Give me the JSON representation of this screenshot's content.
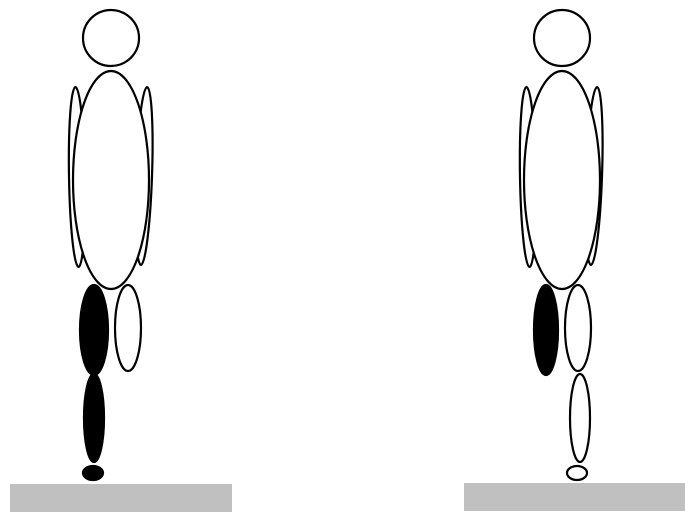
{
  "colors": {
    "background": "#ffffff",
    "outline": "#000000",
    "filled_segment": "#000000",
    "open_segment": "#ffffff",
    "ground": "#c0c0c0"
  },
  "figures": [
    {
      "id": "figure-left",
      "segments": [
        {
          "part": "head",
          "fill": "open"
        },
        {
          "part": "back-arm",
          "fill": "open"
        },
        {
          "part": "front-arm",
          "fill": "open"
        },
        {
          "part": "trunk",
          "fill": "open"
        },
        {
          "part": "thigh-front",
          "fill": "filled"
        },
        {
          "part": "thigh-rear",
          "fill": "open"
        },
        {
          "part": "shank-front",
          "fill": "filled"
        },
        {
          "part": "foot-front",
          "fill": "filled"
        }
      ]
    },
    {
      "id": "figure-right",
      "segments": [
        {
          "part": "head",
          "fill": "open"
        },
        {
          "part": "back-arm",
          "fill": "open"
        },
        {
          "part": "front-arm",
          "fill": "open"
        },
        {
          "part": "trunk",
          "fill": "open"
        },
        {
          "part": "thigh-front",
          "fill": "filled"
        },
        {
          "part": "thigh-rear",
          "fill": "open"
        },
        {
          "part": "shank-rear",
          "fill": "open"
        },
        {
          "part": "foot-rear",
          "fill": "open"
        }
      ]
    }
  ]
}
